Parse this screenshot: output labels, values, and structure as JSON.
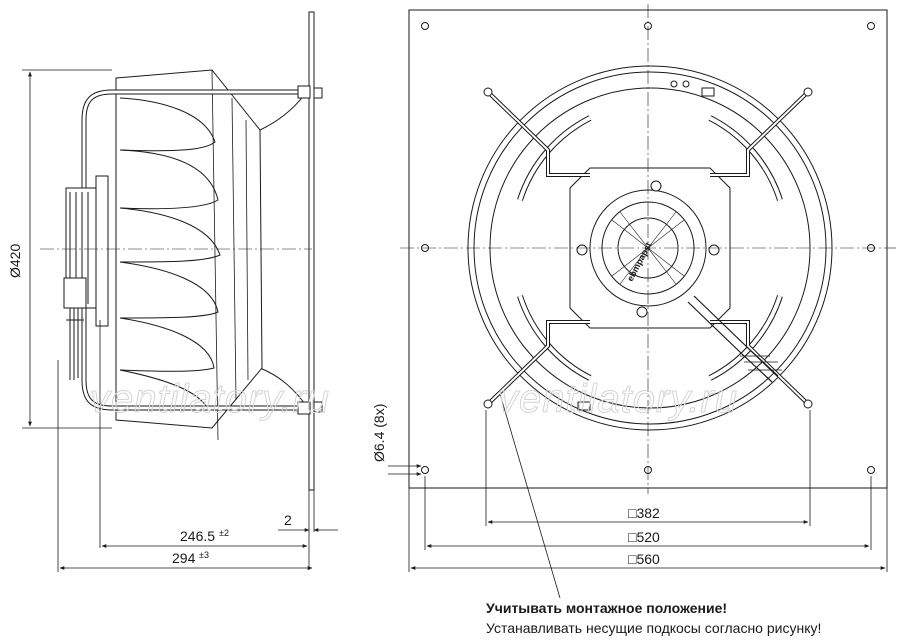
{
  "dimensions": {
    "diameter": "Ø420",
    "hole": "Ø6.4 (8x)",
    "depth_main": "246.5",
    "depth_main_tol": "±2",
    "depth_total": "294",
    "depth_total_tol": "±3",
    "gap": "2",
    "square_382": "□382",
    "square_520": "□520",
    "square_560": "□560"
  },
  "watermark": {
    "left": "ventilatory.ru",
    "right": "ventilatory.ru"
  },
  "motor_logo": "ebmpapst",
  "notes": {
    "title": "Учитывать монтажное положение!",
    "text": "Устанавливать несущие подкосы согласно рисунку!"
  }
}
